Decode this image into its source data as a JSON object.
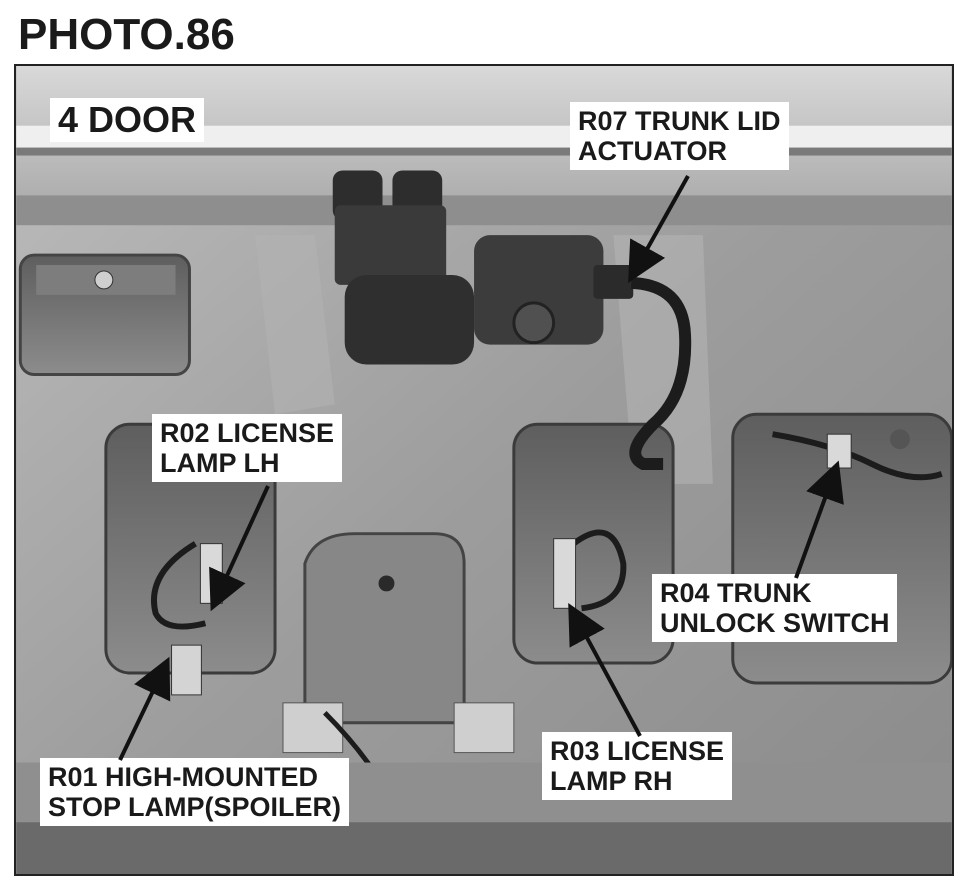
{
  "heading": "PHOTO.86",
  "body_style_tag": "4 DOOR",
  "callouts": {
    "r07": {
      "line1": "R07 TRUNK LID",
      "line2": "ACTUATOR"
    },
    "r02": {
      "line1": "R02 LICENSE",
      "line2": "LAMP LH"
    },
    "r04": {
      "line1": "R04 TRUNK",
      "line2": "UNLOCK SWITCH"
    },
    "r03": {
      "line1": "R03 LICENSE",
      "line2": "LAMP RH"
    },
    "r01": {
      "line1": "R01 HIGH-MOUNTED",
      "line2": "STOP LAMP(SPOILER)"
    }
  }
}
